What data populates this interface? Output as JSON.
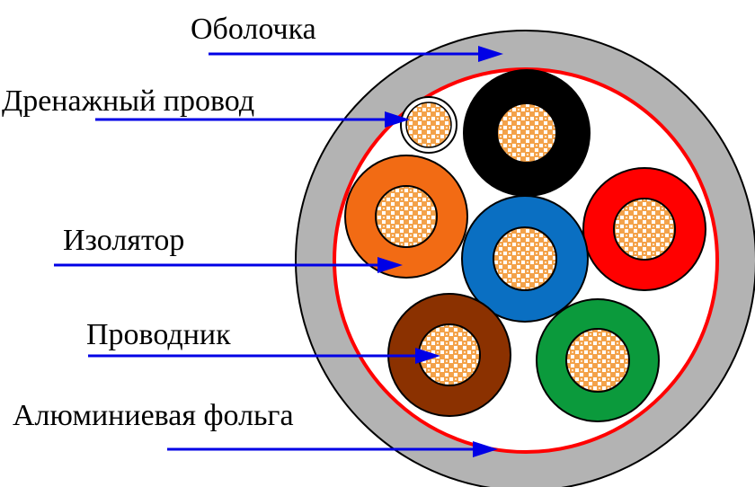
{
  "labels": {
    "sheath": "Оболочка",
    "drain_wire": "Дренажный провод",
    "insulator": "Изолятор",
    "conductor": "Проводник",
    "foil": "Алюминиевая фольга"
  },
  "colors": {
    "sheath": "#b3b3b3",
    "foil": "#ff0000",
    "arrow": "#0000e6",
    "conductor_base": "#f3a24a",
    "conductor_pattern": "#ffffff",
    "wires": {
      "black": "#000000",
      "orange": "#f26b14",
      "blue": "#0a6fc2",
      "red": "#ff0000",
      "brown": "#8b3100",
      "green": "#0b9a3c"
    }
  }
}
